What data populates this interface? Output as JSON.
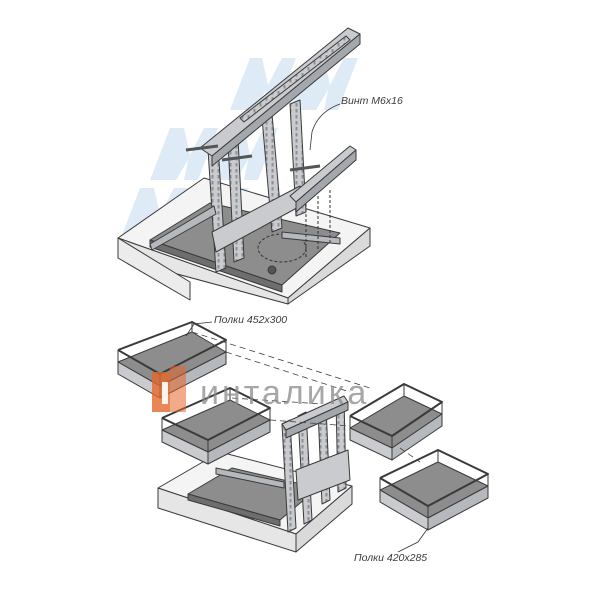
{
  "annotations": {
    "screw": "Винт М6х16",
    "shelves_large": "Полки 452х300",
    "shelves_small": "Полки 420х285"
  },
  "watermark": {
    "text": "инталика",
    "logo_color": "#e5662b",
    "text_color": "#8a8a8a",
    "ghost_color": "#d7e6f3"
  },
  "colors": {
    "line": "#3a3a3a",
    "metal": "#c9cbcf",
    "metal_dark": "#9fa3a8",
    "shelf_bottom": "#8d8d8d",
    "cabinet_white": "#f4f4f4"
  }
}
